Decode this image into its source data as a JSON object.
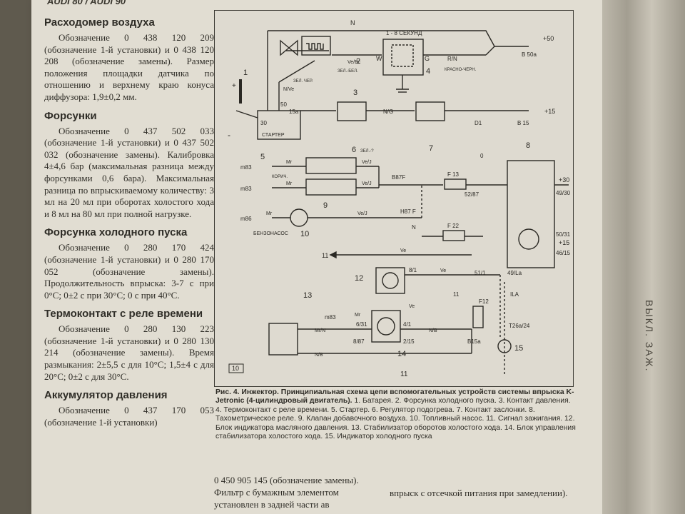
{
  "running_head": "AUDI 80 / AUDI 90",
  "sections": [
    {
      "heading": "Расходомер воздуха",
      "text": "Обозначение 0 438 120 209 (обозначение 1-й установки) и 0 438 120 208 (обозначение замены). Размер положения площадки датчика по отношению и верхнему краю конуса диффузора: 1,9±0,2 мм."
    },
    {
      "heading": "Форсунки",
      "text": "Обозначение 0 437 502 033 (обозначение 1-й установки) и 0 437 502 032 (обозначение замены). Калибровка 4±4,6 бар (максимальная разница между форсунками 0,6 бара). Максимальная разница по впрыскиваемому количеству: 3 мл на 20 мл при оборотах холостого хода и 8 мл на 80 мл при полной нагрузке."
    },
    {
      "heading": "Форсунка холодного пуска",
      "text": "Обозначение 0 280 170 424 (обозначение 1-й установки) и 0 280 170 052 (обозначение замены). Продолжительность впрыска: 3-7 с при 0°C; 0±2 с при 30°C; 0 с при 40°C."
    },
    {
      "heading": "Термоконтакт с реле времени",
      "text": "Обозначение 0 280 130 223 (обозначение 1-й установки) и 0 280 130 214 (обозначение замены). Время размыкания: 2±5,5 с для 10°C; 1,5±4 с для 20°C; 0±2 с для 30°C."
    },
    {
      "heading": "Аккумулятор давления",
      "text": "Обозначение 0 437 170 053 (обозначение 1-й установки)"
    }
  ],
  "figure": {
    "box_number": "10",
    "labels": {
      "n_top": "N",
      "sec_note": "1 - 8 СЕКУНД",
      "plus50": "+50",
      "b50a": "B 50a",
      "w": "W",
      "g": "G",
      "rn": "R/N",
      "krasno": "КРАСНО-ЧЕРН.",
      "vebc": "Ve/Bc",
      "zelsel": "ЗЕЛ.-БЕЛ.",
      "nve": "N/Ve",
      "zelcher": "ЗЕЛ. ЧЕР.",
      "c50": "50",
      "c30": "30",
      "c15a": "15a",
      "starter": "СТАРТЕР",
      "ng": "N/G",
      "d1": "D1",
      "b15": "B 15",
      "plus15": "+15",
      "m83a": "m83",
      "m83b": "m83",
      "mr1": "Mr",
      "mr2": "Mr",
      "korich": "КОРИЧ.",
      "vej1": "Ve/J",
      "vej2": "Ve/J",
      "b87f": "B87F",
      "f13": "F 13",
      "c5287": "52/87",
      "c0": "0",
      "c4930": "49/30",
      "plus30": "+30",
      "m86": "m86",
      "mr3": "Mr",
      "vej3": "Ve/J",
      "h87f": "H87 F",
      "n_mid": "N",
      "f22": "F 22",
      "benzo": "БЕНЗОНАСОС",
      "c5031": "50/31",
      "c4615": "46/15",
      "plus15b": "+15",
      "c11a": "11",
      "ve1": "Ve",
      "c81": "8/1",
      "ve2": "Ve",
      "c511": "51/1",
      "c49la": "49/La",
      "c11b": "11",
      "ila": "ILA",
      "f12": "F12",
      "m83c": "m83",
      "mr4": "Mr",
      "c631": "6/31",
      "c41": "4/1",
      "ve3": "Ve",
      "mrn": "Mr/N",
      "nb1": "N/B",
      "c887": "8/87",
      "c215": "2/15",
      "b15a": "B15a",
      "t26": "T26a/24",
      "nb2": "N/B",
      "plus": "+",
      "minus": "-",
      "zel": "ЗЕЛ.-?"
    },
    "numbers": [
      "1",
      "2",
      "3",
      "4",
      "5",
      "6",
      "7",
      "8",
      "9",
      "10",
      "11",
      "12",
      "13",
      "14",
      "15"
    ]
  },
  "caption": {
    "title": "Рис. 4. Инжектор. Принципиальная схема цепи вспомогательных устройств системы впрыска K-Jetronic (4-цилиндровый двигатель).",
    "legend": "1. Батарея. 2. Форсунка холодного пуска. 3. Контакт давления. 4. Термоконтакт с реле времени. 5. Стартер. 6. Регулятор подогрева. 7. Контакт заслонки. 8. Тахометрическое реле. 9. Клапан добавочного воздуха. 10. Топливный насос. 11. Сигнал зажигания. 12. Блок индикатора масляного давления. 13. Стабилизатор оборотов холостого хода. 14. Блок управления стабилизатора холостого хода. 15. Индикатор холодного пуска"
  },
  "bottom_left": "0 450 905 145 (обозначение замены). Фильтр с бумажным элементом установлен в задней части ав",
  "bottom_right": "впрыск с отсечкой питания при замедлении).",
  "side_word": "ВЫКЛ. ЗАЖ."
}
